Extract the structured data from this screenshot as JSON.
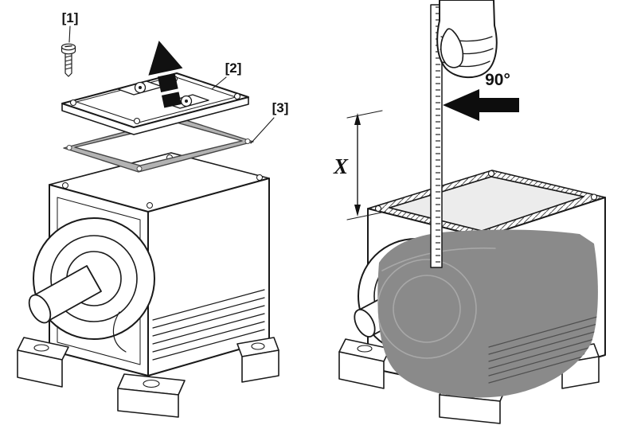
{
  "labels": {
    "screw": "[1]",
    "cover": "[2]",
    "gasket": "[3]",
    "angle": "90°",
    "dimension": "X"
  },
  "colors": {
    "line": "#1a1a1a",
    "gasket_fill": "#b3b3b3",
    "oil_fill": "#8a8a8a",
    "annotation": "#0d0d0d",
    "background": "#ffffff"
  }
}
